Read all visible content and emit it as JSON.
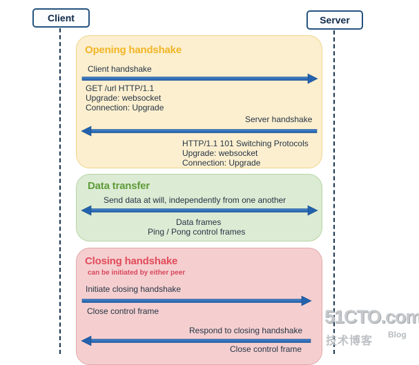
{
  "actors": {
    "client": "Client",
    "server": "Server"
  },
  "phases": {
    "opening": {
      "title": "Opening handshake",
      "client_handshake": "Client handshake",
      "request_lines": [
        "GET /url HTTP/1.1",
        "Upgrade: websocket",
        "Connection: Upgrade"
      ],
      "server_handshake": "Server handshake",
      "response_lines": [
        "HTTP/1.1 101 Switching Protocols",
        "Upgrade: websocket",
        "Connection: Upgrade"
      ]
    },
    "data": {
      "title": "Data transfer",
      "description": "Send data at will, independently from one another",
      "frames_lines": [
        "Data frames",
        "Ping / Pong control frames"
      ]
    },
    "closing": {
      "title": "Closing handshake",
      "subtitle": "can be initiated by either peer",
      "initiate": "Initiate closing handshake",
      "close_frame_1": "Close control frame",
      "respond": "Respond to closing handshake",
      "close_frame_2": "Close control frame"
    }
  },
  "colors": {
    "opening_fill": "#fcefcf",
    "data_fill": "#dcebd3",
    "closing_fill": "#f5cfd0",
    "arrow": "#2b6cb5"
  },
  "watermark": {
    "logo": "51CTO.com",
    "subtitle": "技术博客",
    "blog": "Blog"
  }
}
